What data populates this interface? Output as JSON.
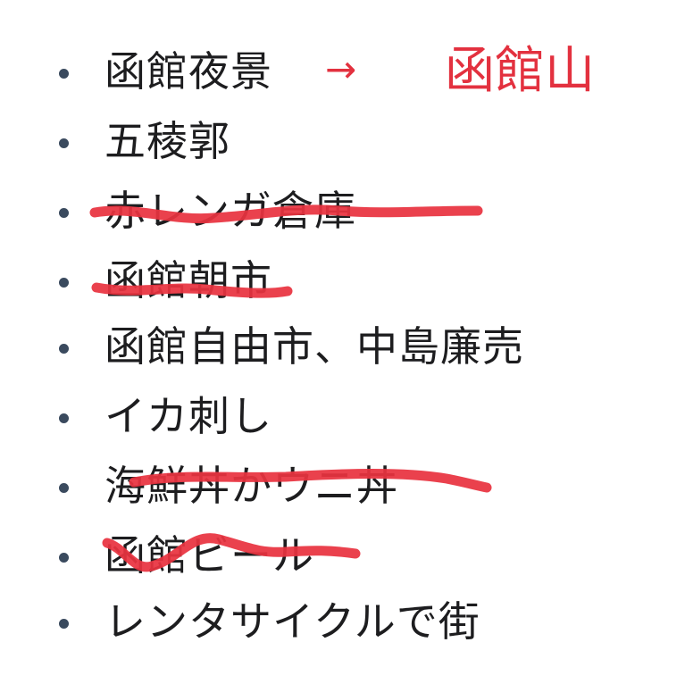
{
  "items": [
    {
      "text": "函館夜景",
      "arrow": "→",
      "note": "函館山",
      "struck": false
    },
    {
      "text": "五稜郭",
      "struck": false
    },
    {
      "text": "赤レンガ倉庫",
      "struck": true
    },
    {
      "text": "函館朝市",
      "struck": true
    },
    {
      "text": "函館自由市、中島廉売",
      "struck": false
    },
    {
      "text": "イカ刺し",
      "struck": false
    },
    {
      "text": "海鮮丼かウニ丼",
      "struck": true
    },
    {
      "text": "函館ビール",
      "struck": true
    },
    {
      "text": "レンタサイクルで街",
      "struck": false
    }
  ],
  "colors": {
    "text": "#1d1d1f",
    "bullet": "#3a4a5e",
    "annotation_red": "#e3313f"
  }
}
